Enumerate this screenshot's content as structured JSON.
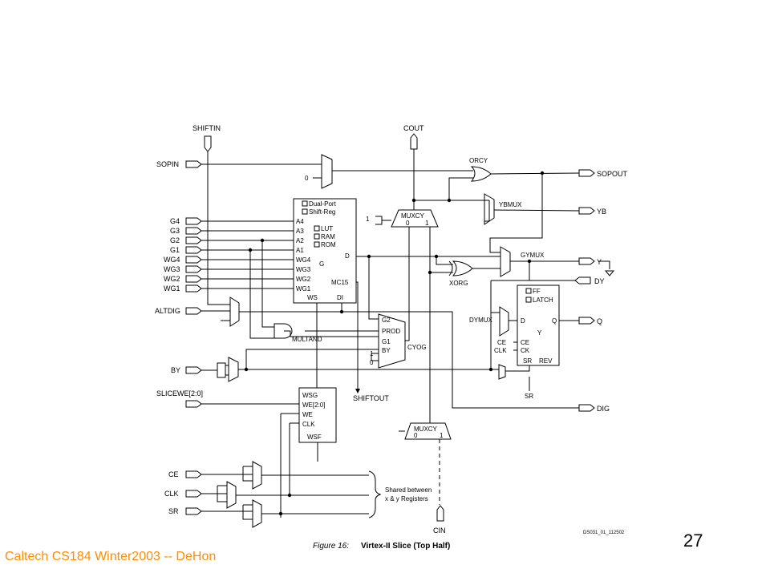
{
  "footer": "Caltech CS184 Winter2003 -- DeHon",
  "page_number": "27",
  "figure": {
    "caption_label": "Figure 16:",
    "caption_title": "Virtex-II Slice (Top Half)",
    "drawing_id": "DS031_01_112502"
  },
  "inputs": {
    "shiftin": "SHIFTIN",
    "sopin": "SOPIN",
    "g4": "G4",
    "g3": "G3",
    "g2": "G2",
    "g1": "G1",
    "wg4": "WG4",
    "wg3": "WG3",
    "wg2": "WG2",
    "wg1": "WG1",
    "altdig": "ALTDIG",
    "by": "BY",
    "slicewe": "SLICEWE[2:0]",
    "ce": "CE",
    "clk": "CLK",
    "sr": "SR",
    "cin": "CIN"
  },
  "outputs": {
    "cout": "COUT",
    "sopout": "SOPOUT",
    "yb": "YB",
    "y": "Y",
    "dy": "DY",
    "q": "Q",
    "dig": "DIG",
    "shiftout": "SHIFTOUT"
  },
  "lut": {
    "opt_dual_port": "Dual-Port",
    "opt_shift_reg": "Shift-Reg",
    "a4": "A4",
    "a3": "A3",
    "a2": "A2",
    "a1": "A1",
    "opt_lut": "LUT",
    "opt_ram": "RAM",
    "opt_rom": "ROM",
    "g": "G",
    "d": "D",
    "wg4": "WG4",
    "wg3": "WG3",
    "wg2": "WG2",
    "wg1": "WG1",
    "mc15": "MC15",
    "ws": "WS",
    "di": "DI"
  },
  "muxes": {
    "muxcy": "MUXCY",
    "muxcy_0": "0",
    "muxcy_1": "1",
    "one": "1",
    "zero": "0",
    "orcy": "ORCY",
    "ybmux": "YBMUX",
    "gymux": "GYMUX",
    "xorg": "XORG",
    "dymux": "DYMUX",
    "multand": "MULTAND",
    "cyog": "CYOG",
    "cyog_g2": "G2",
    "cyog_prod": "PROD",
    "cyog_g1": "G1",
    "cyog_by": "BY",
    "cyog_1": "1",
    "cyog_0": "0",
    "muxcy2": "MUXCY",
    "muxcy2_0": "0",
    "muxcy2_1": "1"
  },
  "ff": {
    "opt_ff": "FF",
    "opt_latch": "LATCH",
    "d": "D",
    "q": "Q",
    "y": "Y",
    "ce": "CE",
    "ck": "CK",
    "sr": "SR",
    "rev": "REV",
    "ce_in": "CE",
    "clk_in": "CLK",
    "sr_out": "SR"
  },
  "wsg": {
    "wsg": "WSG",
    "we20": "WE[2:0]",
    "we": "WE",
    "clk": "CLK",
    "wsf": "WSF"
  },
  "shared_note_line1": "Shared between",
  "shared_note_line2": "x & y Registers"
}
